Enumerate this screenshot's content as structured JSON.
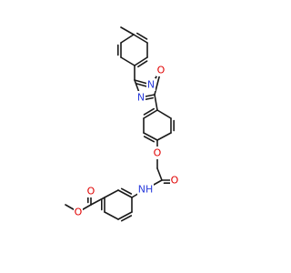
{
  "colors": {
    "bond": "#1a1a1a",
    "N": "#2a3cdc",
    "O": "#e00000"
  },
  "atoms": [
    {
      "id": "nh",
      "text": "NH",
      "element": "N"
    },
    {
      "id": "o-amide",
      "text": "O",
      "element": "O"
    },
    {
      "id": "o-ether",
      "text": "O",
      "element": "O"
    },
    {
      "id": "o-ring",
      "text": "O",
      "element": "O"
    },
    {
      "id": "n-ring-top",
      "text": "N",
      "element": "N"
    },
    {
      "id": "n-ring-left",
      "text": "N",
      "element": "N"
    },
    {
      "id": "o-carbonyl",
      "text": "O",
      "element": "O"
    },
    {
      "id": "o-ester",
      "text": "O",
      "element": "O"
    }
  ]
}
